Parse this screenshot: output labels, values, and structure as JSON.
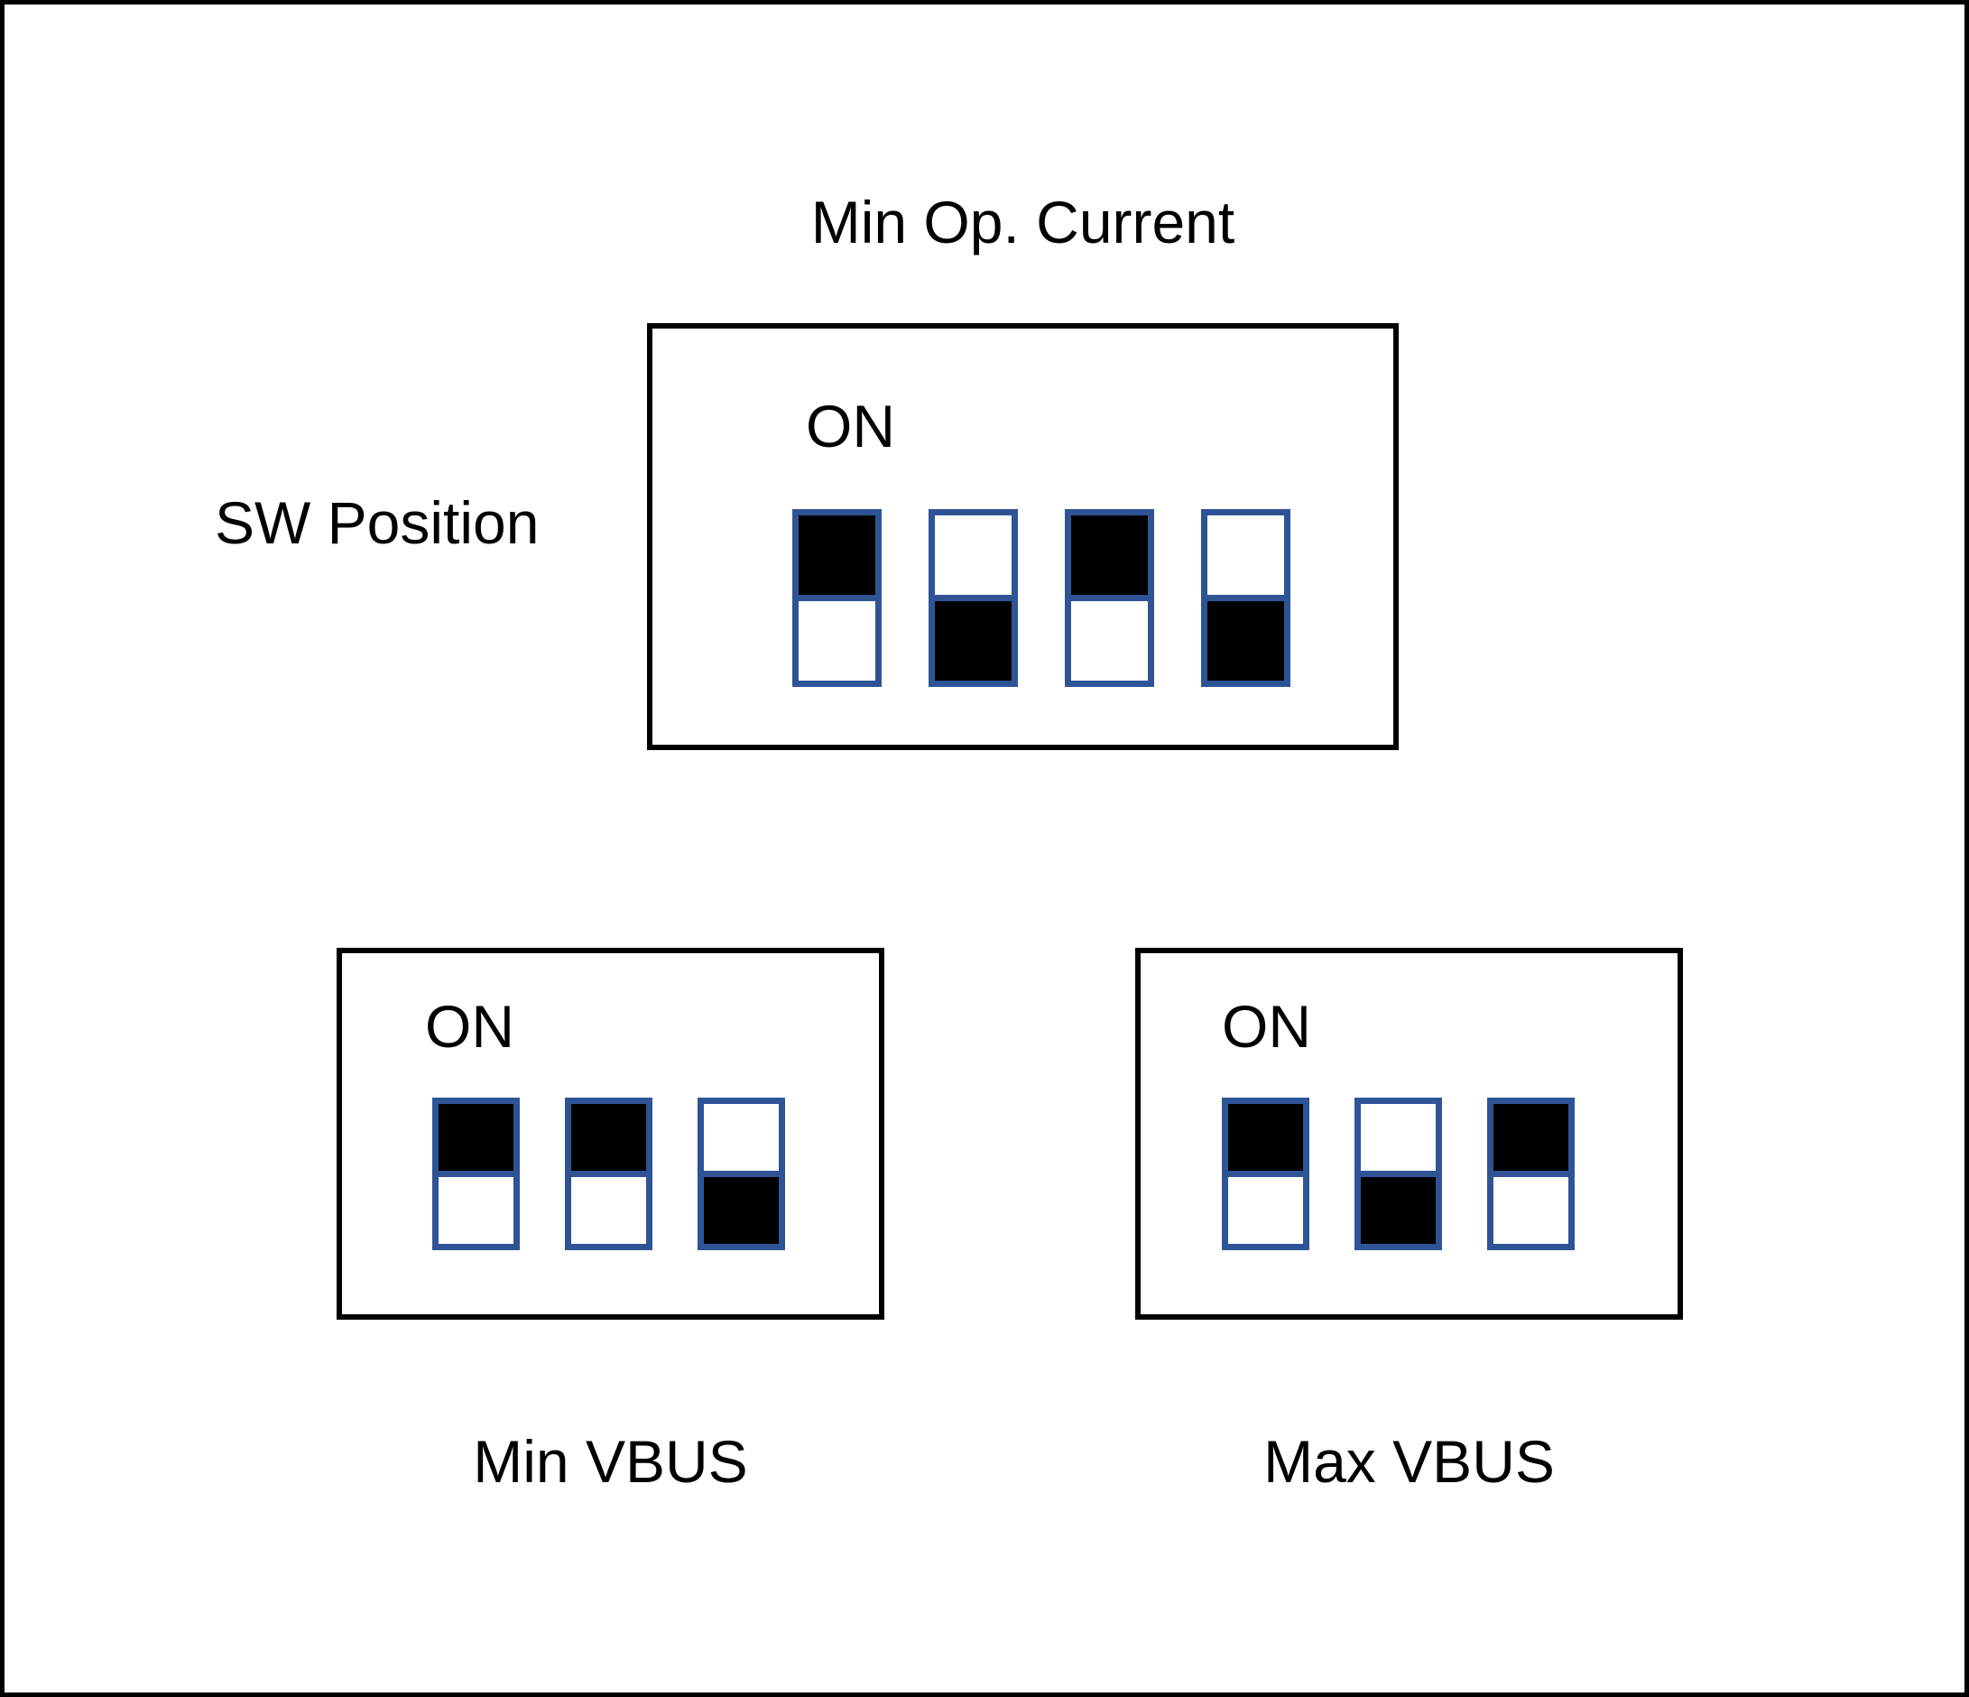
{
  "diagram": {
    "title": "Min Op. Current",
    "sw_position_label": "SW Position",
    "colors": {
      "background": "#ffffff",
      "text": "#000000",
      "outer_border": "#000000",
      "box_border": "#000000",
      "switch_border": "#2f5496",
      "switch_fill": "#000000"
    },
    "boxes": [
      {
        "id": "min-op-current",
        "on_label": "ON",
        "switches": [
          "on",
          "off",
          "on",
          "off"
        ],
        "caption": ""
      },
      {
        "id": "min-vbus",
        "on_label": "ON",
        "switches": [
          "on",
          "on",
          "off"
        ],
        "caption": "Min VBUS"
      },
      {
        "id": "max-vbus",
        "on_label": "ON",
        "switches": [
          "on",
          "off",
          "on"
        ],
        "caption": "Max VBUS"
      }
    ]
  }
}
